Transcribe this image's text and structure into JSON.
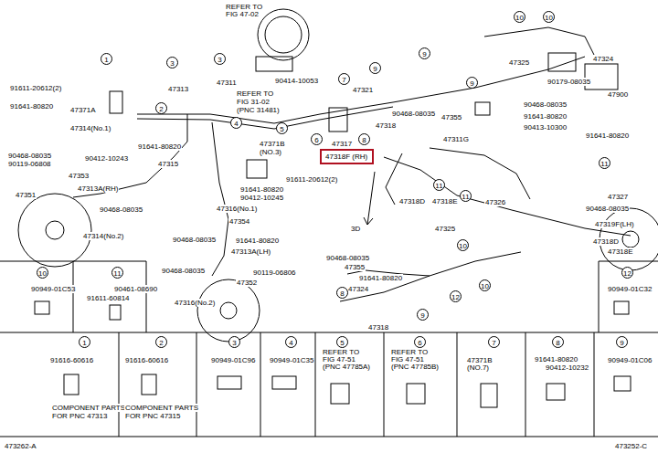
{
  "diagram": {
    "nodes": [
      {
        "text": [
          "47318F (RH)"
        ]
      }
    ],
    "labels": [
      "REFER TO",
      "FIG 47-02",
      "REFER TO",
      "FIG 31-02",
      "(PNC 31481)",
      "90414-10053",
      "47311",
      "47313",
      "47371A",
      "47314(No.1)",
      "91611-20612(2)",
      "91641-80820",
      "91641-80820",
      "90468-08035",
      "90119-06808",
      "90412-10243",
      "47315",
      "47353",
      "47313A(RH)",
      "47351",
      "90468-08035",
      "47314(No.2)",
      "47371B",
      "(NO.3)",
      "91611-20612(2)",
      "91641-80820",
      "90412-10245",
      "47316(No.1)",
      "47354",
      "91641-80820",
      "90468-08035",
      "47313A(LH)",
      "90468-08035",
      "90119-06806",
      "47352",
      "47316(No.2)",
      "47317",
      "47321",
      "90468-08035",
      "47318",
      "47355",
      "90468-08035",
      "91641-80820",
      "90413-10300",
      "47311G",
      "91641-80820",
      "47325",
      "47324",
      "90179-08035",
      "47900",
      "47318D",
      "47318E",
      "47326",
      "47327",
      "90468-08035",
      "47319F(LH)",
      "47318D",
      "47318E",
      "3D",
      "47325",
      "90468-08035",
      "47355",
      "91641-80820",
      "47324",
      "47318",
      "90949-01C53",
      "90461-08690",
      "91611-60814",
      "90949-01C32",
      "91616-60616",
      "91616-60616",
      "90949-01C96",
      "90949-01C35",
      "REFER TO",
      "FIG 47-51",
      "(PNC 47785A)",
      "REFER TO",
      "FIG 47-51",
      "(PNC 47785B)",
      "47371B",
      "(NO.7)",
      "91641-80820",
      "90412-10232",
      "90949-01C06",
      "COMPONENT PARTS",
      "FOR PNC 47313",
      "COMPONENT PARTS",
      "FOR PNC 47315",
      "473262-A",
      "473252-C",
      "1",
      "3",
      "3",
      "2",
      "4",
      "5",
      "6",
      "7",
      "8",
      "9",
      "9",
      "9",
      "10",
      "10",
      "11",
      "11",
      "11",
      "9",
      "10",
      "10",
      "12",
      "8",
      "10",
      "11",
      "12",
      "1",
      "2",
      "3",
      "4",
      "5",
      "6",
      "7",
      "8",
      "9"
    ]
  }
}
